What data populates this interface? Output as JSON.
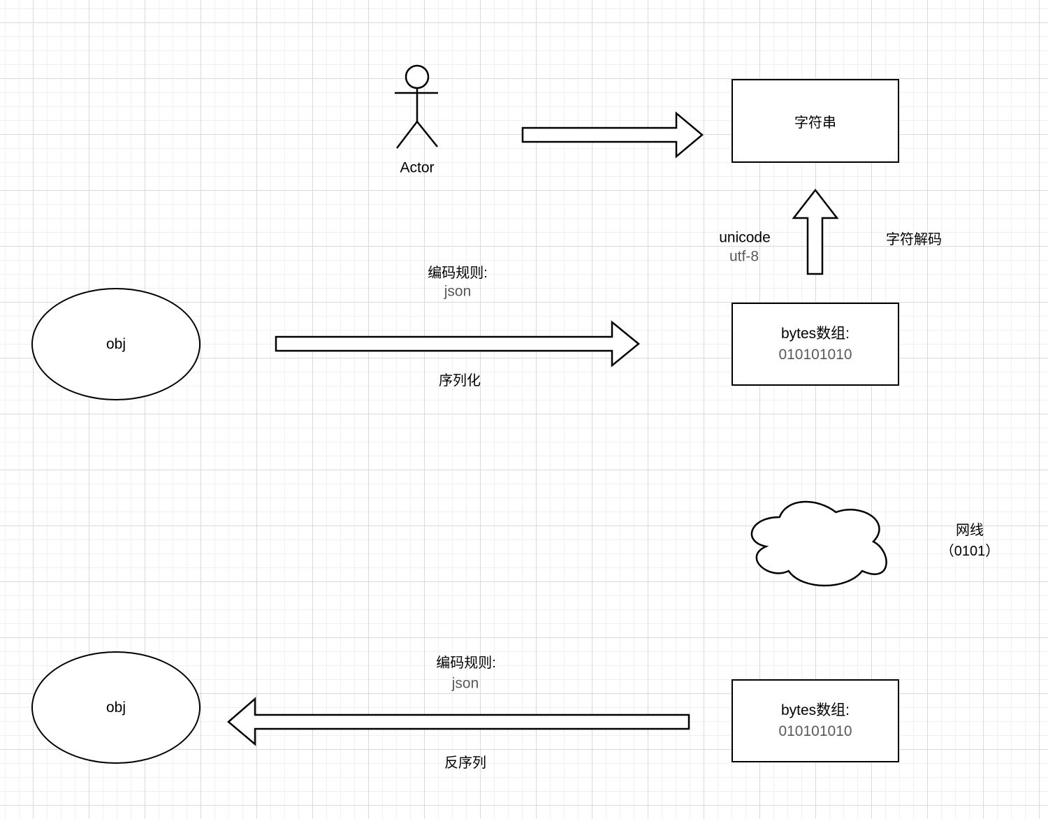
{
  "canvas": {
    "background": "#ffffff",
    "grid_minor_color": "#f1f1f1",
    "grid_major_color": "#d9d9d9",
    "stroke_color": "#000000",
    "secondary_text_color": "#595959"
  },
  "nodes": {
    "actor": {
      "label": "Actor"
    },
    "string_box": {
      "label": "字符串"
    },
    "bytes_box_top": {
      "title": "bytes数组:",
      "value": "010101010"
    },
    "bytes_box_bottom": {
      "title": "bytes数组:",
      "value": "010101010"
    },
    "obj_top": {
      "label": "obj"
    },
    "obj_bottom": {
      "label": "obj"
    },
    "cloud_label": {
      "line1": "网线",
      "line2": "（0101）"
    }
  },
  "edges": {
    "decode_up": {
      "left_line1": "unicode",
      "left_line2": "utf-8",
      "right_label": "字符解码"
    },
    "serialize": {
      "rule_title": "编码规则:",
      "rule_value": "json",
      "label": "序列化"
    },
    "deserialize": {
      "rule_title": "编码规则:",
      "rule_value": "json",
      "label": "反序列"
    }
  }
}
